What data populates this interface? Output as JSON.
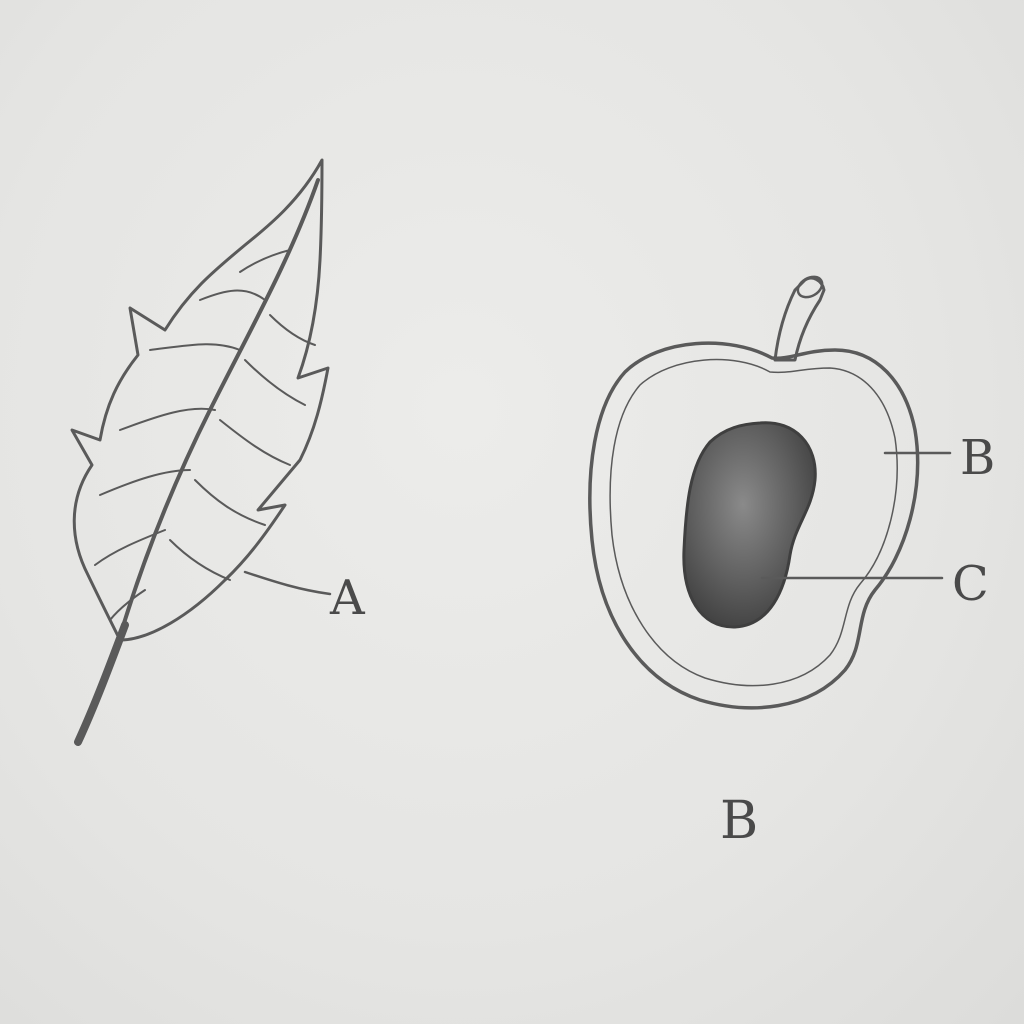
{
  "diagram": {
    "leaf": {
      "part_label": "A"
    },
    "fruit": {
      "flesh_label": "B",
      "seed_label": "C",
      "caption": "B"
    },
    "colors": {
      "paper": "#e6e6e4",
      "pencil": "#5a5a5a",
      "seed_dark": "#4a4a4a",
      "label_ink": "#4a4a4a"
    }
  }
}
